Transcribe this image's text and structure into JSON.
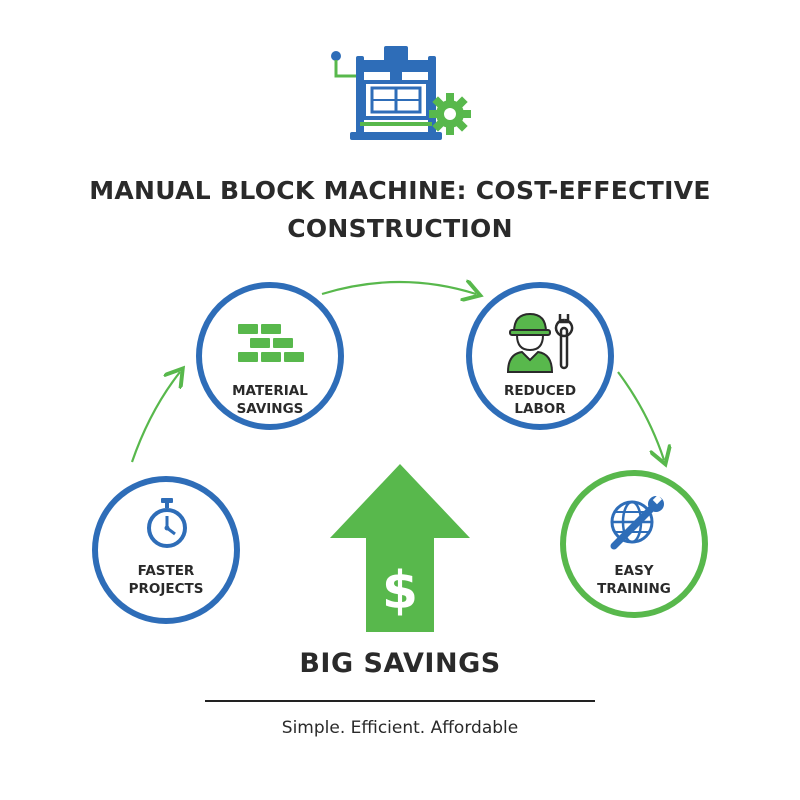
{
  "title": {
    "line1": "MANUAL BLOCK MACHINE: COST-EFFECTIVE",
    "line2": "CONSTRUCTION"
  },
  "nodes": {
    "material": {
      "line1": "MATERIAL",
      "line2": "SAVINGS",
      "icon": "bricks-icon"
    },
    "labor": {
      "line1": "REDUCED",
      "line2": "LABOR",
      "icon": "worker-wrench-icon"
    },
    "faster": {
      "line1": "FASTER",
      "line2": "PROJECTS",
      "icon": "stopwatch-icon"
    },
    "training": {
      "line1": "EASY",
      "line2": "TRAINING",
      "icon": "globe-wrench-icon"
    }
  },
  "center": {
    "label": "BIG SAVINGS",
    "symbol": "$",
    "icon": "up-arrow-dollar-icon"
  },
  "tagline": "Simple. Efficient. Affordable",
  "colors": {
    "blue": "#2e6db8",
    "green": "#58b84c",
    "dark": "#2a2a2a"
  }
}
